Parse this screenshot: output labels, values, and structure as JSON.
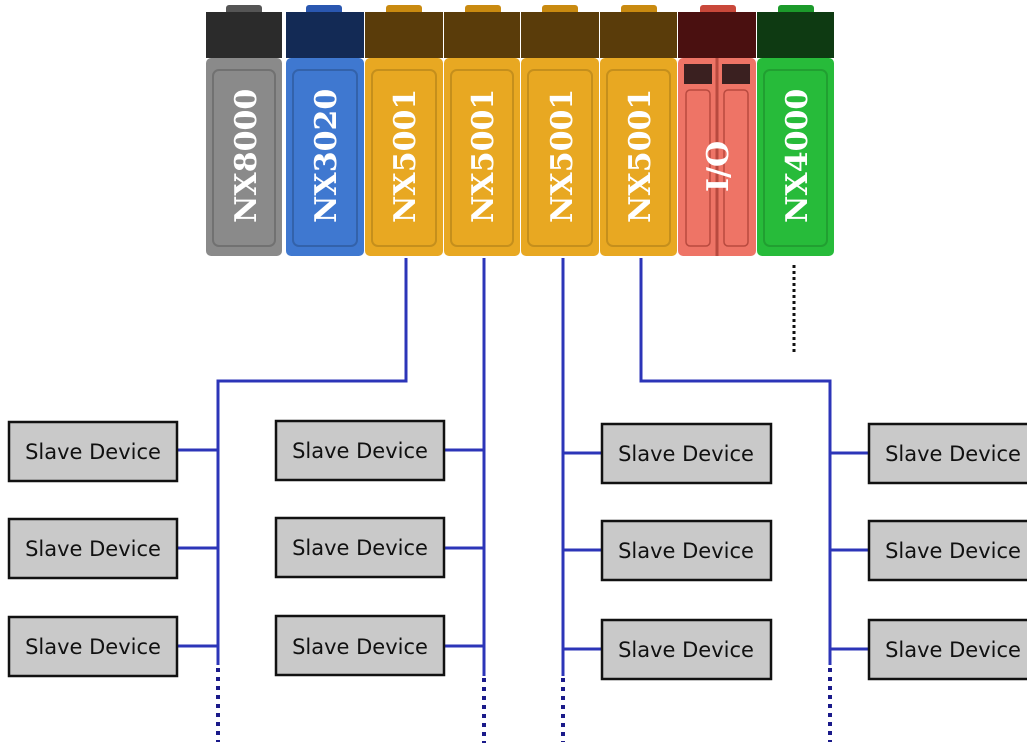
{
  "diagram": {
    "modules": [
      {
        "id": "m1",
        "label": "NX8000",
        "color": "#8a8a8a"
      },
      {
        "id": "m2",
        "label": "NX3020",
        "color": "#3f78d0"
      },
      {
        "id": "m3",
        "label": "NX5001",
        "color": "#e8a822"
      },
      {
        "id": "m4",
        "label": "NX5001",
        "color": "#e8a822"
      },
      {
        "id": "m5",
        "label": "NX5001",
        "color": "#e8a822"
      },
      {
        "id": "m6",
        "label": "NX5001",
        "color": "#e8a822"
      },
      {
        "id": "m7",
        "label": "I/O",
        "color": "#ee7466"
      },
      {
        "id": "m8",
        "label": "NX4000",
        "color": "#27bb3a"
      }
    ],
    "slave_label": "Slave Device",
    "colors": {
      "bus_line": "#2c35b8",
      "dotted": "#1a1a8a",
      "rack_dotted": "#111111",
      "slave_box": "#c9c9c9",
      "slave_border": "#111111"
    }
  }
}
